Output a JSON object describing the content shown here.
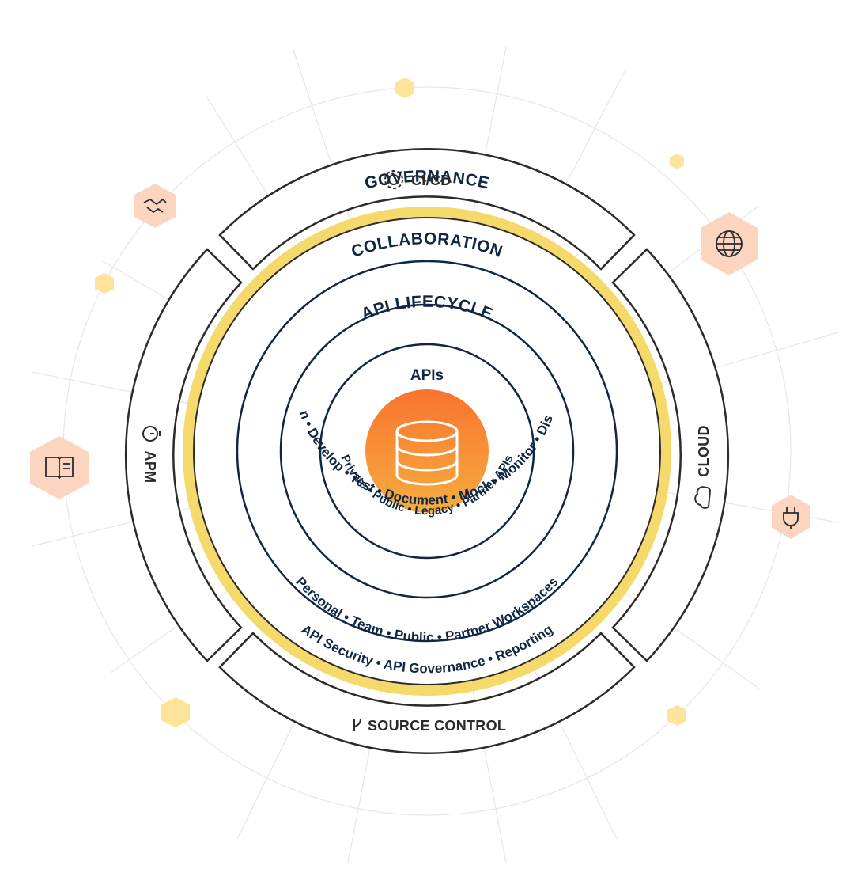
{
  "colors": {
    "navy": "#0f2744",
    "gold": "#f6d96b",
    "gold_ring": "#fbe9a6",
    "orange_top": "#f9742f",
    "orange_bottom": "#f6ad3f",
    "peach": "#fbd5c0",
    "yellow_node": "#fde49a",
    "frame": "#2b2b2b",
    "grid": "#e2e2e2"
  },
  "outer": {
    "top": "CI/CD",
    "right": "CLOUD",
    "bottom": "SOURCE CONTROL",
    "left": "APM"
  },
  "rings": {
    "governance": {
      "title": "GOVERNANCE",
      "items": "API  Security   •   API Governance   •   Reporting"
    },
    "collaboration": {
      "title": "COLLABORATION",
      "items": "Personal  •   Team  •   Public  •  Partner Workspaces"
    },
    "lifecycle": {
      "title": "API LIFECYCLE",
      "items": "Design • Develop • Test • Document • Mock • Monitor • Distribute"
    },
    "apis": {
      "title": "APIs",
      "items": "Private • Public • Legacy • Partner APIs"
    }
  },
  "icons": {
    "top": "gear-icon",
    "right": "cloud-icon",
    "bottom": "branch-icon",
    "left": "stopwatch-icon",
    "orbit": [
      "handshake-icon",
      "globe-icon",
      "book-icon",
      "plug-icon"
    ],
    "core": "database-icon"
  }
}
